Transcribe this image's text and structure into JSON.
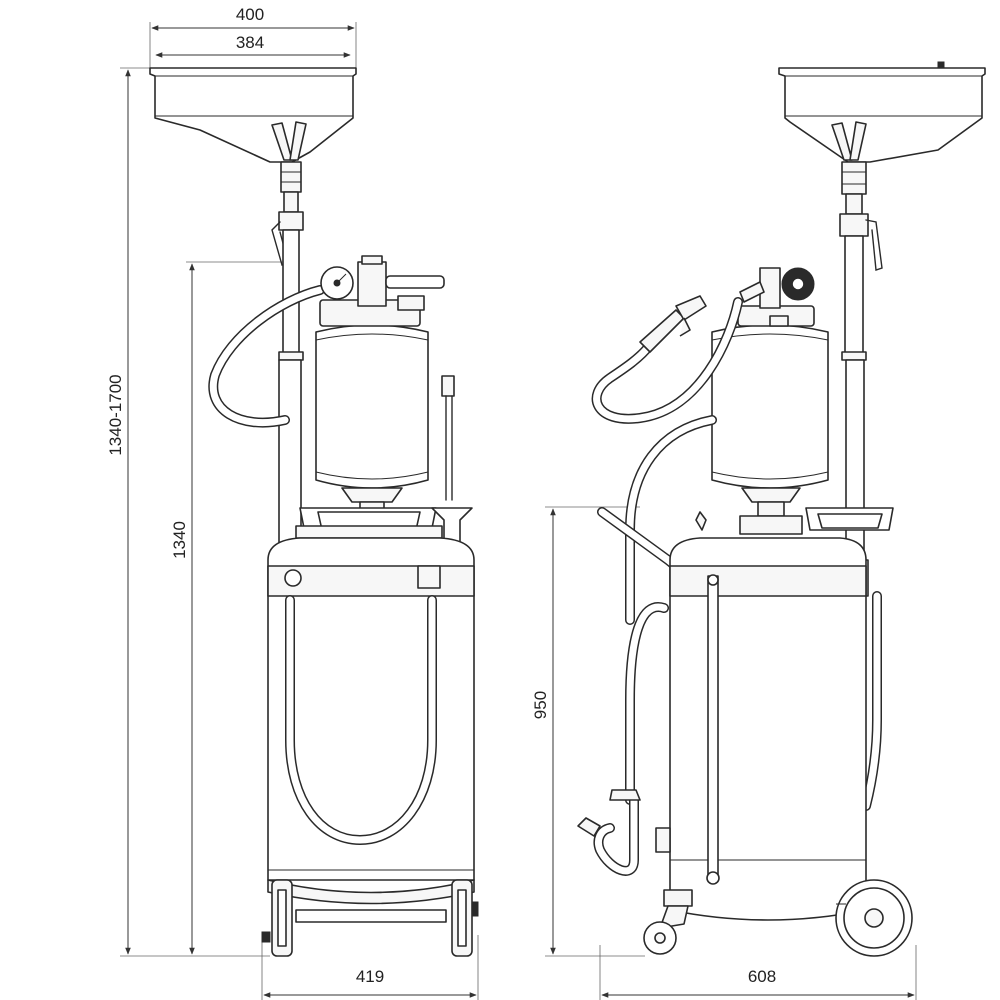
{
  "dimensions": {
    "front_overall_width": "400",
    "front_inner_width": "384",
    "front_total_height": "1340-1700",
    "front_min_height": "1340",
    "front_base_width": "419",
    "side_tank_height": "950",
    "side_base_depth": "608"
  }
}
